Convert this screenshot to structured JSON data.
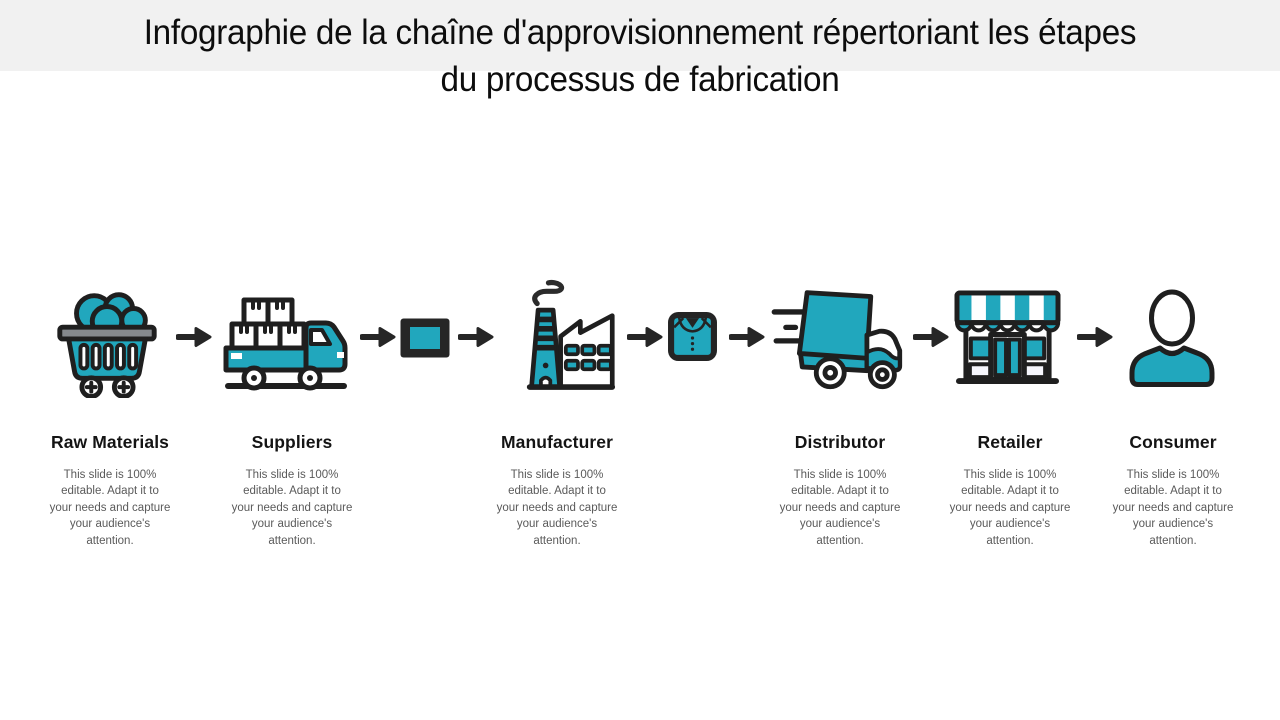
{
  "header": {
    "title_line1": "Infographie de la chaîne d'approvisionnement répertoriant les étapes",
    "title_line2": "du processus de fabrication"
  },
  "stage_description": "This slide is 100% editable. Adapt it to your needs and capture your audience's attention.",
  "stages": [
    {
      "label": "Raw Materials",
      "icon": "mine-cart-icon"
    },
    {
      "label": "Suppliers",
      "icon": "cargo-truck-icon"
    },
    {
      "label": "Manufacturer",
      "icon": "factory-icon"
    },
    {
      "label": "Distributor",
      "icon": "delivery-truck-icon"
    },
    {
      "label": "Retailer",
      "icon": "storefront-icon"
    },
    {
      "label": "Consumer",
      "icon": "person-icon"
    }
  ],
  "flow": {
    "arrow_icon": "right-arrow-icon",
    "intermediate_icons": [
      "material-box-icon",
      "folded-shirt-icon"
    ]
  },
  "colors": {
    "accent": "#21A7BD",
    "outline": "#1F1F1F",
    "title_band": "#F1F1F1",
    "label_text": "#141414",
    "description_text": "#5A5A5A"
  }
}
